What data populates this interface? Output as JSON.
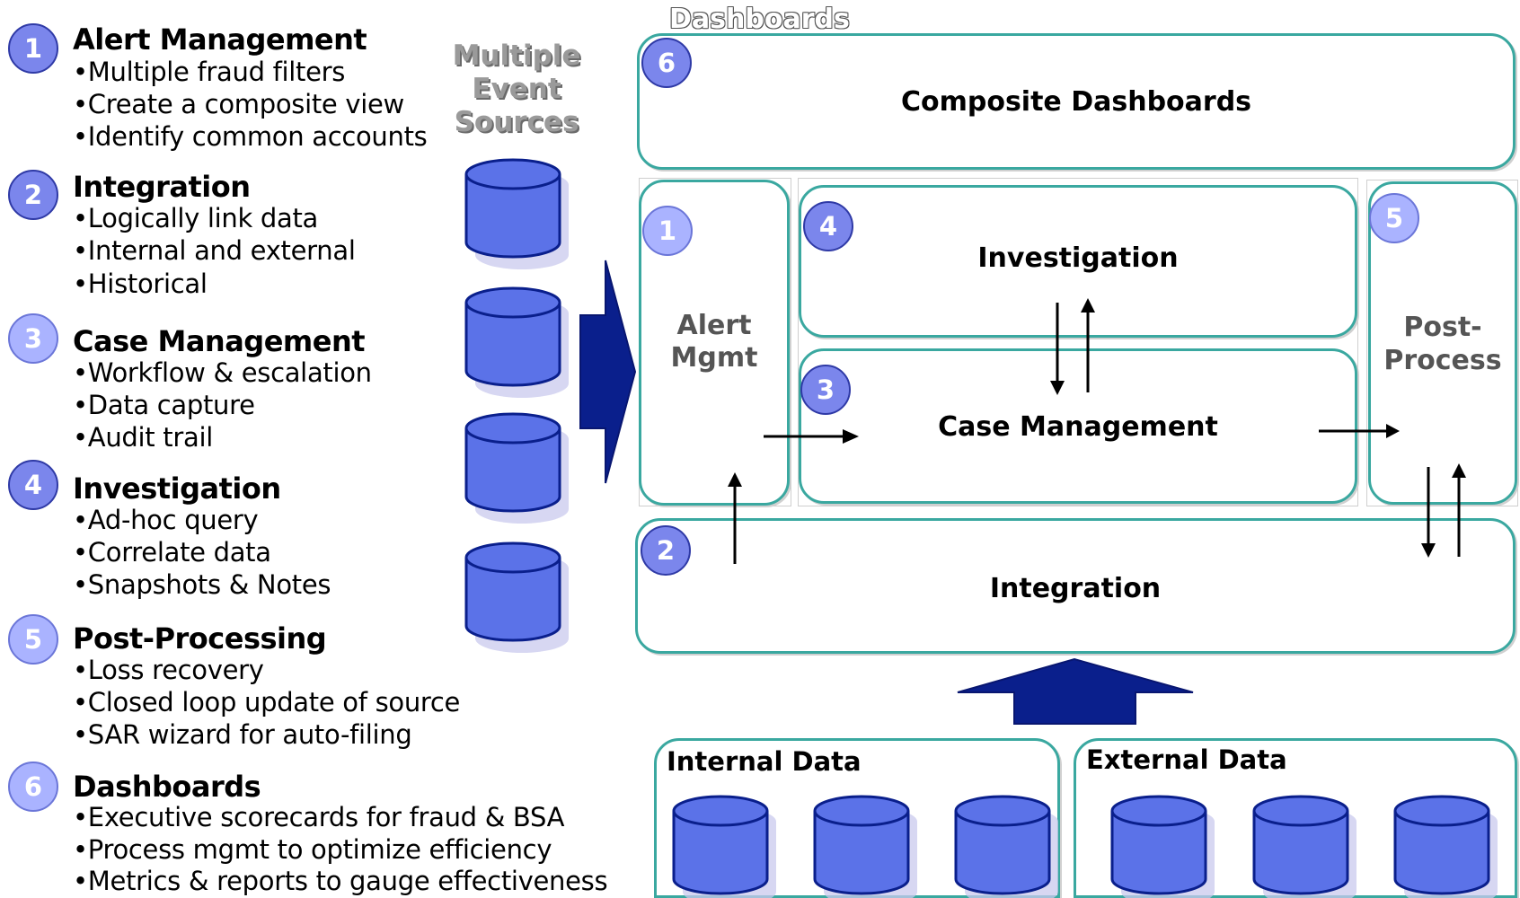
{
  "steps": [
    {
      "num": "1",
      "title": "Alert Management",
      "items": [
        "•Multiple fraud filters",
        "•Create a composite view",
        "•Identify common accounts"
      ]
    },
    {
      "num": "2",
      "title": "Integration",
      "items": [
        "•Logically link data",
        "•Internal and external",
        "•Historical"
      ]
    },
    {
      "num": "3",
      "title": "Case Management",
      "items": [
        "•Workflow & escalation",
        "•Data capture",
        "•Audit trail"
      ]
    },
    {
      "num": "4",
      "title": "Investigation",
      "items": [
        "•Ad-hoc query",
        "•Correlate data",
        "•Snapshots & Notes"
      ]
    },
    {
      "num": "5",
      "title": "Post-Processing",
      "items": [
        "•Loss recovery",
        "•Closed loop update of source",
        "•SAR wizard for auto-filing"
      ]
    },
    {
      "num": "6",
      "title": "Dashboards",
      "items": [
        "•Executive scorecards for fraud & BSA",
        "•Process mgmt to optimize efficiency",
        "•Metrics & reports to gauge effectiveness"
      ]
    }
  ],
  "sources_label": {
    "line1": "Multiple",
    "line2": "Event",
    "line3": "Sources"
  },
  "diagram": {
    "dashboards_heading": "Dashboards",
    "composite": {
      "num": "6",
      "label": "Composite Dashboards"
    },
    "alert": {
      "num": "1",
      "line1": "Alert",
      "line2": "Mgmt"
    },
    "investigation": {
      "num": "4",
      "label": "Investigation"
    },
    "case": {
      "num": "3",
      "label": "Case Management"
    },
    "post": {
      "num": "5",
      "line1": "Post-",
      "line2": "Process"
    },
    "integration": {
      "num": "2",
      "label": "Integration"
    },
    "internal": {
      "label": "Internal Data"
    },
    "external": {
      "label": "External Data"
    }
  },
  "colors": {
    "badge": "#7b86ec",
    "box_border": "#3aa8a0",
    "db_fill": "#5b72e8",
    "arrow": "#0a1f8c"
  }
}
